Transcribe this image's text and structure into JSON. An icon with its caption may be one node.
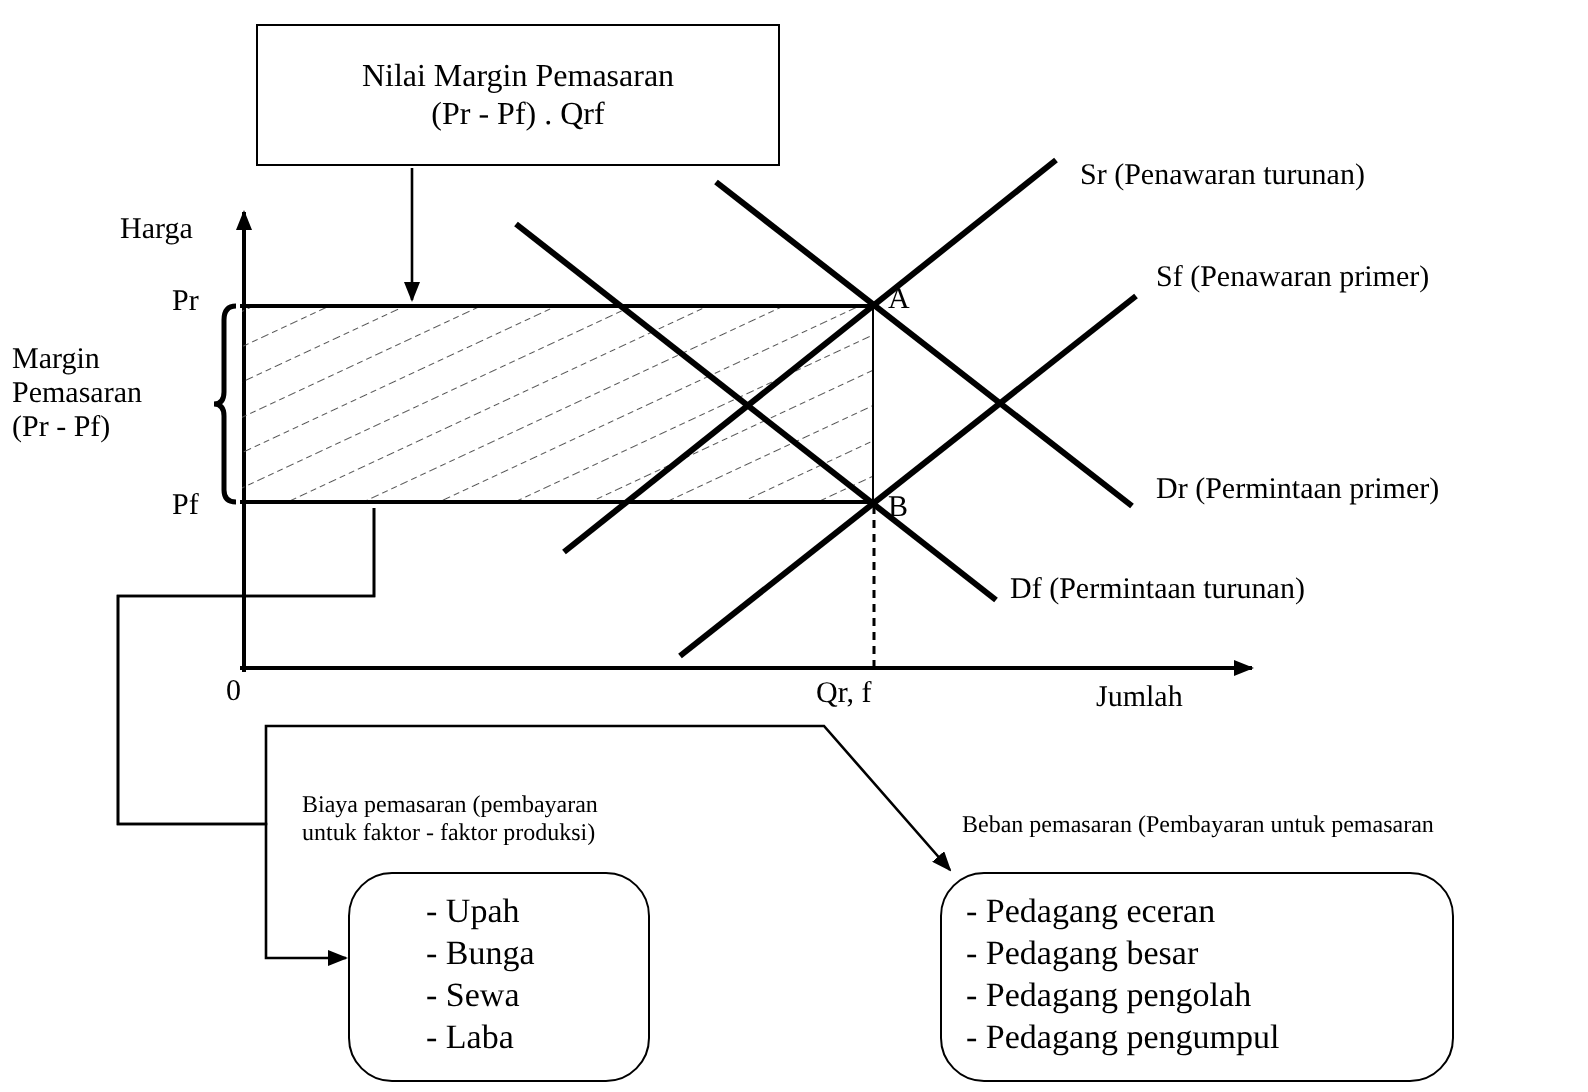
{
  "diagram": {
    "nodes": [
      {
        "text": [
          "Nilai Margin Pemasaran (Pr - Pf) . Qrf"
        ]
      },
      {
        "text": [],
        "shape": "box"
      },
      {
        "text": [
          "Biaya pemasaran (pembayaran untuk faktor - faktor produksi)",
          "- Upah",
          "- Bunga",
          "- Sewa",
          "- Laba"
        ]
      },
      {
        "text": [
          "Beban pemasaran (Pembayaran untuk pemasaran",
          "- Pedagang eceran",
          "- Pedagang besar",
          "- Pedagang pengolah",
          "- Pedagang pengumpul"
        ]
      }
    ],
    "edges": [
      {
        "from": 0,
        "to": 1,
        "arrow": "to"
      },
      {
        "from": 1,
        "to": 2,
        "arrow": "to"
      },
      {
        "from": 1,
        "to": 3,
        "arrow": "to"
      }
    ],
    "labels": [
      "Harga",
      "Pr",
      "Margin Pemasaran (Pr - Pf)",
      "Pf",
      "A",
      "B",
      "0",
      "Qr, f",
      "Jumlah",
      "Sr (Penawaran turunan)",
      "Sf (Penawaran primer)",
      "Dr (Permintaan primer)",
      "Df (Permintaan turunan)"
    ]
  }
}
